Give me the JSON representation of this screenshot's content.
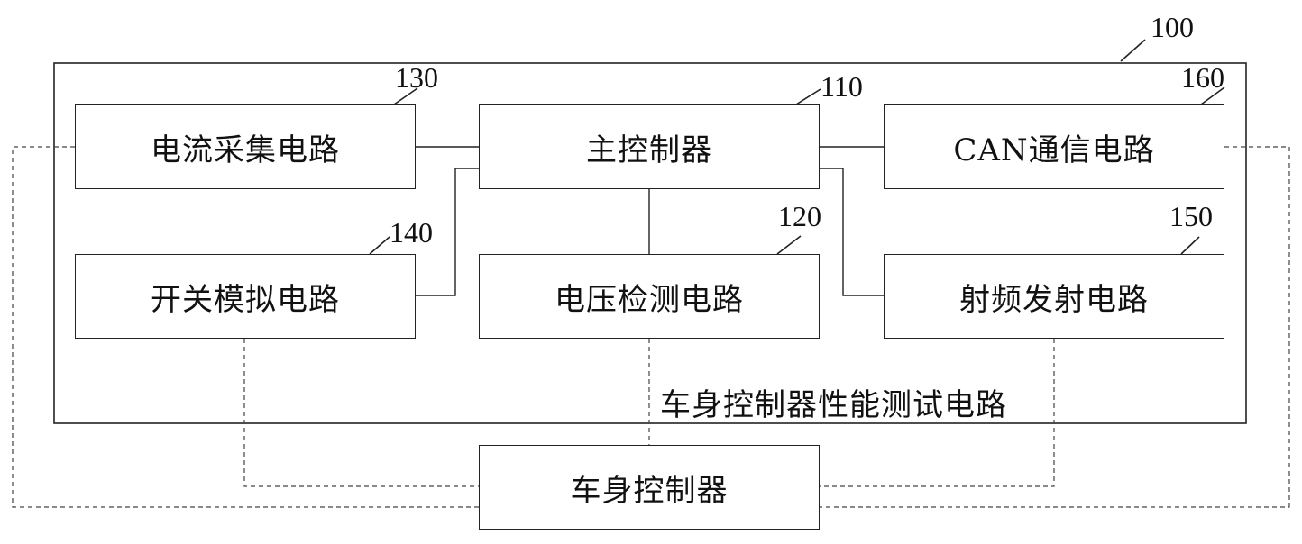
{
  "system": {
    "ref": "100",
    "caption": "车身控制器性能测试电路"
  },
  "blocks": {
    "current_acquisition": {
      "label": "电流采集电路",
      "ref": "130"
    },
    "main_controller": {
      "label": "主控制器",
      "ref": "110"
    },
    "can_communication": {
      "label": "CAN通信电路",
      "ref": "160"
    },
    "switch_simulation": {
      "label": "开关模拟电路",
      "ref": "140"
    },
    "voltage_detection": {
      "label": "电压检测电路",
      "ref": "120"
    },
    "rf_transmission": {
      "label": "射频发射电路",
      "ref": "150"
    },
    "body_controller": {
      "label": "车身控制器"
    }
  }
}
